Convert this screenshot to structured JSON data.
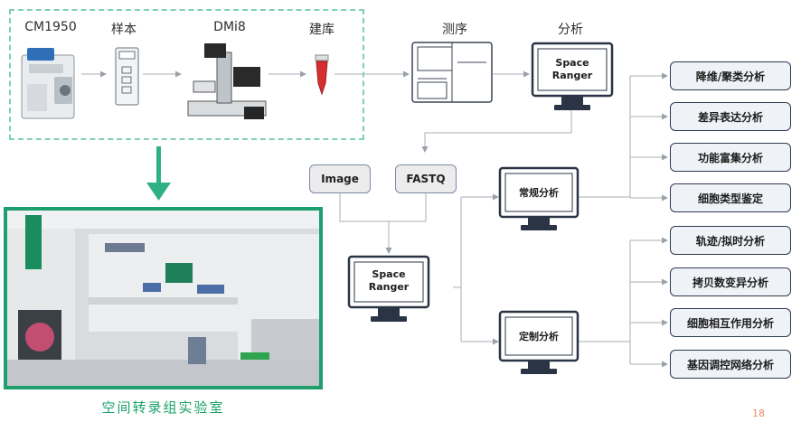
{
  "workflow": {
    "steps": [
      {
        "label": "CM1950"
      },
      {
        "label": "样本"
      },
      {
        "label": "DMi8"
      },
      {
        "label": "建库"
      },
      {
        "label": "测序"
      },
      {
        "label": "分析"
      }
    ],
    "space_ranger_top": {
      "line1": "Space",
      "line2": "Ranger"
    }
  },
  "lab": {
    "caption": "空间转录组实验室"
  },
  "inputs": {
    "image": "Image",
    "fastq": "FASTQ"
  },
  "space_ranger_mid": {
    "line1": "Space",
    "line2": "Ranger"
  },
  "analysis": {
    "routine": "常规分析",
    "custom": "定制分析"
  },
  "routine_results": [
    "降维/聚类分析",
    "差异表达分析",
    "功能富集分析",
    "细胞类型鉴定"
  ],
  "custom_results": [
    "轨迹/拟时分析",
    "拷贝数变异分析",
    "细胞相互作用分析",
    "基因调控网络分析"
  ],
  "page_number": "18",
  "colors": {
    "accent_green": "#1f9e6e",
    "dashed_border": "#7fd1b1",
    "caption": "#1aa06a",
    "box_border": "#2d3a52",
    "page_number": "#e88b6a"
  }
}
